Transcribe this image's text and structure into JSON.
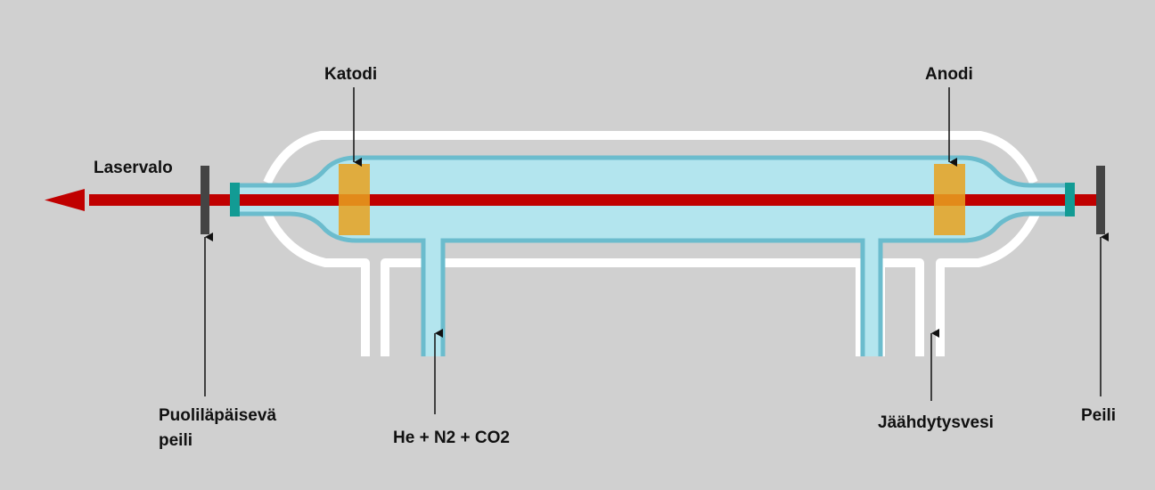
{
  "labels": {
    "katodi": "Katodi",
    "anodi": "Anodi",
    "laservalo": "Laservalo",
    "puolilapaiseva_line1": "Puoliläpäisevä",
    "puolilapaiseva_line2": "peili",
    "gas": "He + N2 + CO2",
    "jaahdytysvesi": "Jäähdytysvesi",
    "peili": "Peili"
  },
  "colors": {
    "background": "#d0d0d0",
    "outer_jacket": "#ffffff",
    "tube_fill": "#b3e5ee",
    "tube_wall": "#6bbccd",
    "beam": "#c00000",
    "electrode": "#e8a21f",
    "window": "#129b94",
    "mirror": "#444444"
  }
}
